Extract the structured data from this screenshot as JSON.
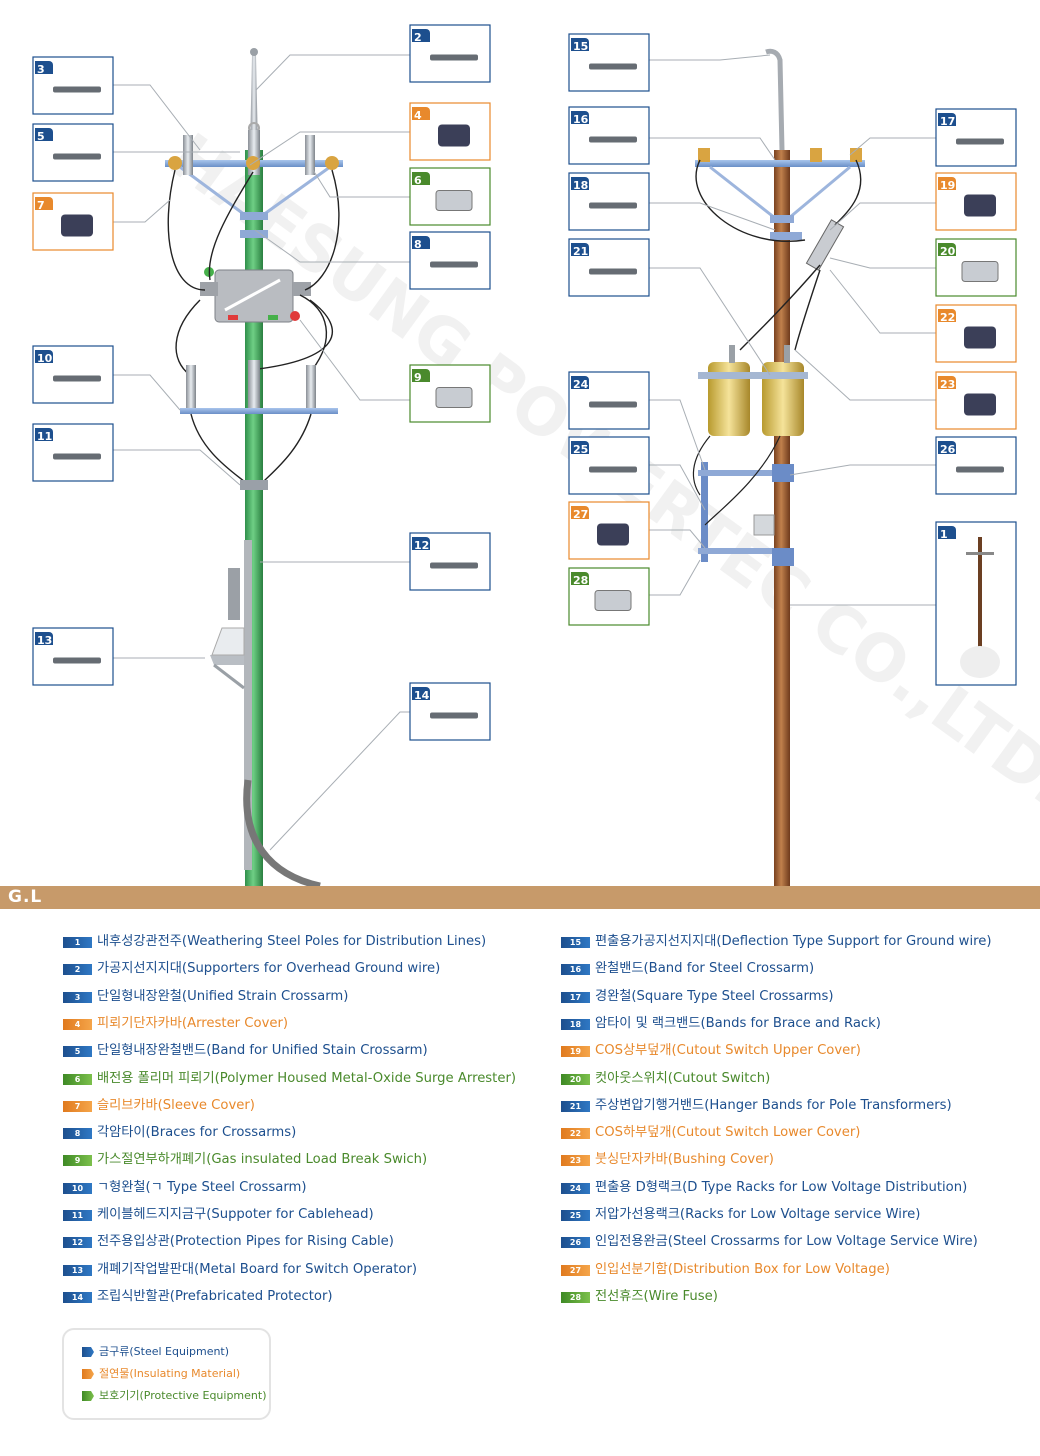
{
  "ground_label": "G.L",
  "watermark": "HAESUNG POWERTEC CO.,LTD.",
  "colors": {
    "steel": "#1d4f8e",
    "insulating": "#e8892c",
    "protective": "#4a8a2c",
    "ground_band": "#c79a6a",
    "left_pole": "#3aa55a",
    "right_pole": "#9a5a2e"
  },
  "boxes": [
    {
      "num": "1",
      "category": "steel"
    },
    {
      "num": "2",
      "category": "steel"
    },
    {
      "num": "3",
      "category": "steel"
    },
    {
      "num": "4",
      "category": "insulating"
    },
    {
      "num": "5",
      "category": "steel"
    },
    {
      "num": "6",
      "category": "protective"
    },
    {
      "num": "7",
      "category": "insulating"
    },
    {
      "num": "8",
      "category": "steel"
    },
    {
      "num": "9",
      "category": "protective"
    },
    {
      "num": "10",
      "category": "steel"
    },
    {
      "num": "11",
      "category": "steel"
    },
    {
      "num": "12",
      "category": "steel"
    },
    {
      "num": "13",
      "category": "steel"
    },
    {
      "num": "14",
      "category": "steel"
    },
    {
      "num": "15",
      "category": "steel"
    },
    {
      "num": "16",
      "category": "steel"
    },
    {
      "num": "17",
      "category": "steel"
    },
    {
      "num": "18",
      "category": "steel"
    },
    {
      "num": "19",
      "category": "insulating"
    },
    {
      "num": "20",
      "category": "protective"
    },
    {
      "num": "21",
      "category": "steel"
    },
    {
      "num": "22",
      "category": "insulating"
    },
    {
      "num": "23",
      "category": "insulating"
    },
    {
      "num": "24",
      "category": "steel"
    },
    {
      "num": "25",
      "category": "steel"
    },
    {
      "num": "26",
      "category": "steel"
    },
    {
      "num": "27",
      "category": "insulating"
    },
    {
      "num": "28",
      "category": "protective"
    }
  ],
  "legend_left": [
    {
      "num": "1",
      "category": "steel",
      "text": "내후성강관전주(Weathering Steel Poles for Distribution Lines)"
    },
    {
      "num": "2",
      "category": "steel",
      "text": "가공지선지지대(Supporters for Overhead Ground wire)"
    },
    {
      "num": "3",
      "category": "steel",
      "text": "단일형내장완철(Unified Strain Crossarm)"
    },
    {
      "num": "4",
      "category": "insulating",
      "text": "피뢰기단자카바(Arrester Cover)"
    },
    {
      "num": "5",
      "category": "steel",
      "text": "단일형내장완철밴드(Band for Unified Stain Crossarm)"
    },
    {
      "num": "6",
      "category": "protective",
      "text": "배전용 폴리머 피뢰기(Polymer Housed Metal-Oxide Surge Arrester)"
    },
    {
      "num": "7",
      "category": "insulating",
      "text": "슬리브카바(Sleeve Cover)"
    },
    {
      "num": "8",
      "category": "steel",
      "text": "각암타이(Braces for Crossarms)"
    },
    {
      "num": "9",
      "category": "protective",
      "text": "가스절연부하개폐기(Gas insulated Load Break Swich)"
    },
    {
      "num": "10",
      "category": "steel",
      "text": "ㄱ형완철(ㄱ Type Steel Crossarm)"
    },
    {
      "num": "11",
      "category": "steel",
      "text": "케이블헤드지지금구(Suppoter for Cablehead)"
    },
    {
      "num": "12",
      "category": "steel",
      "text": "전주용입상관(Protection Pipes for Rising Cable)"
    },
    {
      "num": "13",
      "category": "steel",
      "text": "개폐기작업발판대(Metal Board for Switch Operator)"
    },
    {
      "num": "14",
      "category": "steel",
      "text": "조립식반할관(Prefabricated Protector)"
    }
  ],
  "legend_right": [
    {
      "num": "15",
      "category": "steel",
      "text": "편출용가공지선지지대(Deflection Type Support for Ground wire)"
    },
    {
      "num": "16",
      "category": "steel",
      "text": "완철밴드(Band for Steel Crossarm)"
    },
    {
      "num": "17",
      "category": "steel",
      "text": "경완철(Square Type Steel Crossarms)"
    },
    {
      "num": "18",
      "category": "steel",
      "text": "암타이 및 랙크밴드(Bands for Brace and Rack)"
    },
    {
      "num": "19",
      "category": "insulating",
      "text": "COS상부덮개(Cutout Switch Upper Cover)"
    },
    {
      "num": "20",
      "category": "protective",
      "text": "컷아웃스위치(Cutout Switch)"
    },
    {
      "num": "21",
      "category": "steel",
      "text": "주상변압기행거밴드(Hanger Bands for Pole Transformers)"
    },
    {
      "num": "22",
      "category": "insulating",
      "text": "COS하부덮개(Cutout Switch Lower Cover)"
    },
    {
      "num": "23",
      "category": "insulating",
      "text": "붓싱단자카바(Bushing Cover)"
    },
    {
      "num": "24",
      "category": "steel",
      "text": "편출용 D형랙크(D Type Racks for Low Voltage Distribution)"
    },
    {
      "num": "25",
      "category": "steel",
      "text": "저압가선용랙크(Racks for Low Voltage service Wire)"
    },
    {
      "num": "26",
      "category": "steel",
      "text": "인입전용완금(Steel Crossarms for Low Voltage Service Wire)"
    },
    {
      "num": "27",
      "category": "insulating",
      "text": "인입선분기함(Distribution Box for Low Voltage)"
    },
    {
      "num": "28",
      "category": "protective",
      "text": "전선휴즈(Wire Fuse)"
    }
  ],
  "key": [
    {
      "category": "steel",
      "text": "금구류(Steel Equipment)"
    },
    {
      "category": "insulating",
      "text": "절연물(Insulating Material)"
    },
    {
      "category": "protective",
      "text": "보호기기(Protective Equipment)"
    }
  ]
}
